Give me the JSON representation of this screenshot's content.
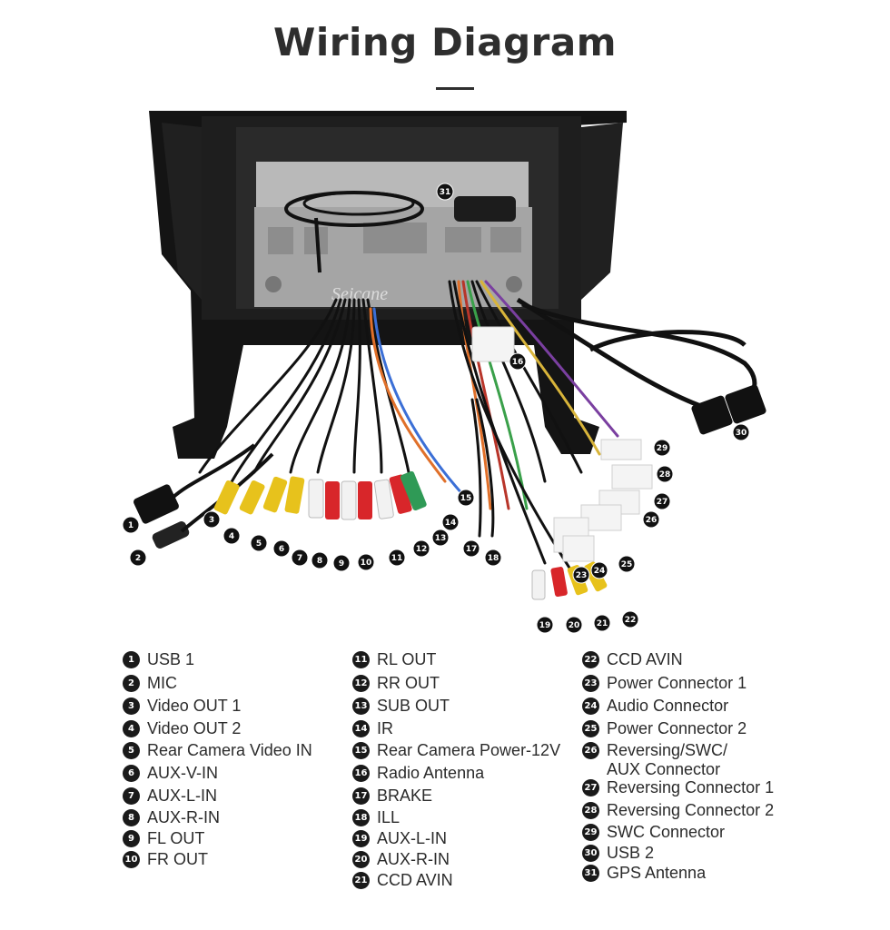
{
  "page": {
    "title": "Wiring Diagram"
  },
  "diagram": {
    "watermark": "Seicane",
    "photo_description": "Car stereo head unit rear view with wiring harness, RCA cables, USB cables, GPS antenna and connectors",
    "callouts": [
      "1",
      "2",
      "3",
      "4",
      "5",
      "6",
      "7",
      "8",
      "9",
      "10",
      "11",
      "12",
      "13",
      "14",
      "15",
      "16",
      "17",
      "18",
      "19",
      "20",
      "21",
      "22",
      "23",
      "24",
      "25",
      "26",
      "27",
      "28",
      "29",
      "30",
      "31"
    ]
  },
  "legend": [
    {
      "num": "1",
      "label": "USB 1"
    },
    {
      "num": "2",
      "label": "MIC"
    },
    {
      "num": "3",
      "label": "Video OUT 1"
    },
    {
      "num": "4",
      "label": "Video OUT 2"
    },
    {
      "num": "5",
      "label": "Rear Camera Video IN"
    },
    {
      "num": "6",
      "label": "AUX-V-IN"
    },
    {
      "num": "7",
      "label": "AUX-L-IN"
    },
    {
      "num": "8",
      "label": "AUX-R-IN"
    },
    {
      "num": "9",
      "label": "FL OUT"
    },
    {
      "num": "10",
      "label": "FR OUT"
    },
    {
      "num": "11",
      "label": "RL OUT"
    },
    {
      "num": "12",
      "label": "RR OUT"
    },
    {
      "num": "13",
      "label": "SUB OUT"
    },
    {
      "num": "14",
      "label": "IR"
    },
    {
      "num": "15",
      "label": "Rear Camera Power-12V"
    },
    {
      "num": "16",
      "label": "Radio Antenna"
    },
    {
      "num": "17",
      "label": "BRAKE"
    },
    {
      "num": "18",
      "label": "ILL"
    },
    {
      "num": "19",
      "label": "AUX-L-IN"
    },
    {
      "num": "20",
      "label": "AUX-R-IN"
    },
    {
      "num": "21",
      "label": "CCD AVIN"
    },
    {
      "num": "22",
      "label": "CCD AVIN"
    },
    {
      "num": "23",
      "label": "Power Connector 1"
    },
    {
      "num": "24",
      "label": "Audio Connector"
    },
    {
      "num": "25",
      "label": "Power Connector 2"
    },
    {
      "num": "26",
      "label": "Reversing/SWC/",
      "label2": "AUX Connector"
    },
    {
      "num": "27",
      "label": "Reversing Connector 1"
    },
    {
      "num": "28",
      "label": "Reversing Connector 2"
    },
    {
      "num": "29",
      "label": "SWC Connector"
    },
    {
      "num": "30",
      "label": "USB 2"
    },
    {
      "num": "31",
      "label": "GPS Antenna"
    }
  ]
}
